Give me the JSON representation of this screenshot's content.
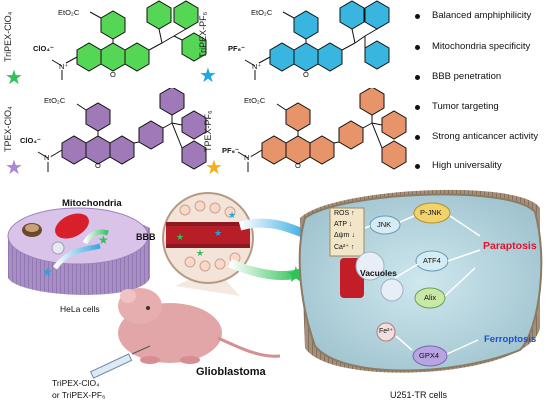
{
  "molecules": [
    {
      "label": "TriPEX-ClO₄",
      "counterion": "ClO₄⁻",
      "ester": "EtO₂C",
      "color": "#55d655",
      "star_color": "#2fc25a"
    },
    {
      "label": "TriPEX-PF₆",
      "counterion": "PF₆⁻",
      "ester": "EtO₂C",
      "color": "#38b6e0",
      "star_color": "#1fa7e0"
    },
    {
      "label": "TPEX-ClO₄",
      "counterion": "ClO₄⁻",
      "ester": "EtO₂C",
      "color": "#a07ab8",
      "star_color": "#a98bd0"
    },
    {
      "label": "TPEX-PF₆",
      "counterion": "PF₆⁻",
      "ester": "EtO₂C",
      "color": "#e8946a",
      "star_color": "#f2b21b"
    }
  ],
  "ring_atoms": {
    "nitrogen": "N⁺",
    "oxygen": "O"
  },
  "features": [
    "Balanced amphiphilicity",
    "Mitochondria specificity",
    "BBB penetration",
    "Tumor targeting",
    "Strong anticancer activity",
    "High universality"
  ],
  "bottom": {
    "mitochondria": "Mitochondria",
    "hela": "HeLa cells",
    "bbb": "BBB",
    "injection_line1": "TriPEX-ClO₄",
    "injection_line2": "or TriPEX-PF₆",
    "glioblastoma": "Glioblastoma",
    "u251": "U251-TR cells",
    "stress_lines": [
      "ROS ↑",
      "ATP ↓",
      "Δψm ↓",
      "Ca²⁺ ↑"
    ],
    "vacuoles": "Vacuoles",
    "jnk": "JNK",
    "pjnk": "P-JNK",
    "atf4": "ATF4",
    "alix": "Alix",
    "paraptosis": "Paraptosis",
    "fe": "Fe²⁺",
    "gpx4": "GPX4",
    "ferroptosis": "Ferroptosis"
  },
  "colors": {
    "paraptosis": "#e0142b",
    "ferroptosis": "#1a4fd6",
    "cell_body": "#8d7a63",
    "hela": "#a78fc2"
  }
}
